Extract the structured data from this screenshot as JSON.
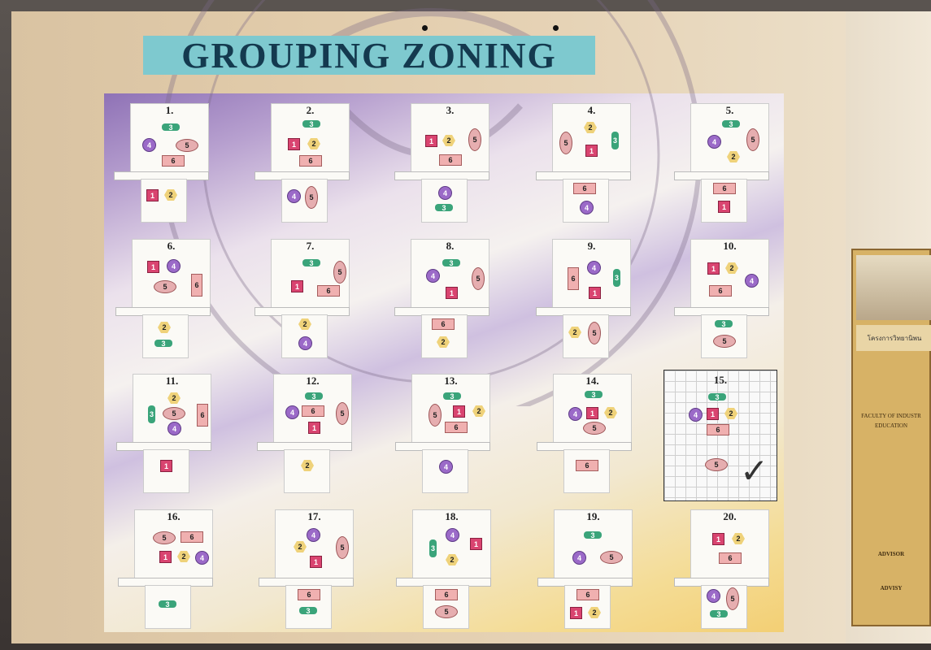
{
  "title": "GROUPING  ZONING",
  "cells": [
    "1.",
    "2.",
    "3.",
    "4.",
    "5.",
    "6.",
    "7.",
    "8.",
    "9.",
    "10.",
    "11.",
    "12.",
    "13.",
    "14.",
    "15.",
    "16.",
    "17.",
    "18.",
    "19.",
    "20."
  ],
  "poster": {
    "heading": "โครงการวิทยานิพน",
    "faculty": "FACULTY OF INDUSTR",
    "education": "EDUCATION",
    "advisor": "ADVISOR",
    "advisy": "ADVISY"
  },
  "colors": {
    "square": "#d94470",
    "hexagon": "#efd27a",
    "bar": "#3aa47a",
    "circle": "#9b6ac8",
    "oval": "#e6aeb0",
    "title_bg": "#7ec9cf"
  }
}
